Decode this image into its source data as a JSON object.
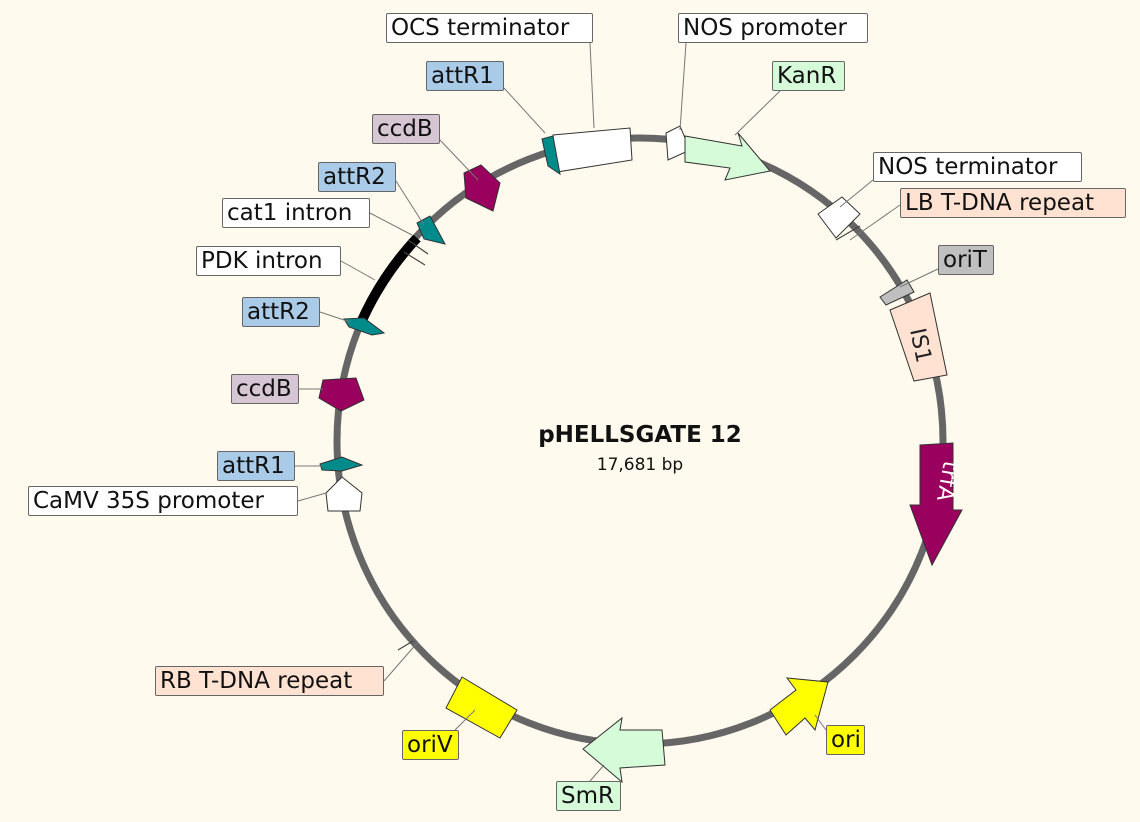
{
  "plasmid": {
    "name": "pHELLSGATE 12",
    "size": "17,681 bp"
  },
  "colors": {
    "background": "#fff9ee",
    "backbone": "#666666",
    "attR": "#a9cbe8",
    "ccdB": "#d6c6d3",
    "terminator": "#ffffff",
    "promoter": "#ffffff",
    "KanR": "#d5fbd8",
    "SmR": "#d5fbd8",
    "repeat": "#ffe2d1",
    "oriT": "#bfbfbf",
    "IS1": "#ffe2d1",
    "ori": "#ffff00",
    "trfA": "#9a005d"
  },
  "features": [
    {
      "key": "ocs-terminator",
      "label": "OCS terminator",
      "type": "terminator"
    },
    {
      "key": "nos-promoter",
      "label": "NOS promoter",
      "type": "promoter"
    },
    {
      "key": "kanr",
      "label": "KanR",
      "type": "gene"
    },
    {
      "key": "nos-terminator",
      "label": "NOS terminator",
      "type": "terminator"
    },
    {
      "key": "lb-t-dna-repeat",
      "label": "LB T-DNA repeat",
      "type": "repeat"
    },
    {
      "key": "orit",
      "label": "oriT",
      "type": "origin"
    },
    {
      "key": "is1",
      "label": "IS1",
      "type": "mobile-element"
    },
    {
      "key": "trfa",
      "label": "trfA",
      "type": "gene"
    },
    {
      "key": "ori",
      "label": "ori",
      "type": "origin"
    },
    {
      "key": "smr",
      "label": "SmR",
      "type": "gene"
    },
    {
      "key": "oriv",
      "label": "oriV",
      "type": "origin"
    },
    {
      "key": "rb-t-dna-repeat",
      "label": "RB T-DNA repeat",
      "type": "repeat"
    },
    {
      "key": "camv-35s-promoter",
      "label": "CaMV 35S promoter",
      "type": "promoter"
    },
    {
      "key": "attr1-lower",
      "label": "attR1",
      "type": "recombination-site"
    },
    {
      "key": "ccdb-lower",
      "label": "ccdB",
      "type": "gene"
    },
    {
      "key": "attr2-lower",
      "label": "attR2",
      "type": "recombination-site"
    },
    {
      "key": "pdk-intron",
      "label": "PDK intron",
      "type": "intron"
    },
    {
      "key": "cat1-intron",
      "label": "cat1 intron",
      "type": "intron"
    },
    {
      "key": "attr2-upper",
      "label": "attR2",
      "type": "recombination-site"
    },
    {
      "key": "ccdb-upper",
      "label": "ccdB",
      "type": "gene"
    },
    {
      "key": "attr1-upper",
      "label": "attR1",
      "type": "recombination-site"
    }
  ]
}
